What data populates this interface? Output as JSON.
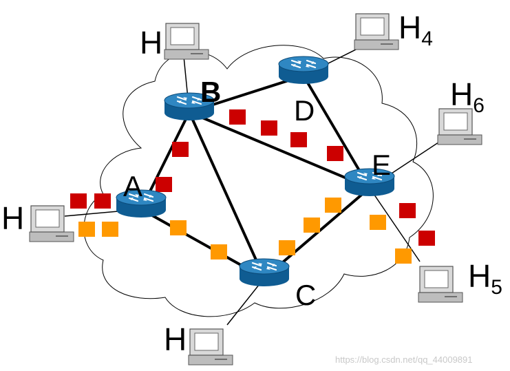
{
  "routers": [
    {
      "id": "A",
      "label": "A"
    },
    {
      "id": "B",
      "label": "B"
    },
    {
      "id": "C",
      "label": "C"
    },
    {
      "id": "D",
      "label": "D"
    },
    {
      "id": "E",
      "label": "E"
    }
  ],
  "hosts": [
    {
      "id": "H1",
      "label": "H",
      "sub": ""
    },
    {
      "id": "H2",
      "label": "H",
      "sub": ""
    },
    {
      "id": "H3",
      "label": "H",
      "sub": ""
    },
    {
      "id": "H4",
      "label": "H",
      "sub": "4"
    },
    {
      "id": "H5",
      "label": "H",
      "sub": "5"
    },
    {
      "id": "H6",
      "label": "H",
      "sub": "6"
    }
  ],
  "links": [
    [
      "A",
      "B"
    ],
    [
      "A",
      "C"
    ],
    [
      "B",
      "C"
    ],
    [
      "B",
      "D"
    ],
    [
      "B",
      "E"
    ],
    [
      "D",
      "E"
    ],
    [
      "C",
      "E"
    ],
    [
      "H1",
      "B"
    ],
    [
      "H4",
      "D"
    ],
    [
      "H6",
      "E"
    ],
    [
      "H5",
      "E"
    ],
    [
      "H3",
      "C"
    ],
    [
      "H2",
      "A"
    ]
  ],
  "packet_colors": {
    "red": "#cc0000",
    "orange": "#ff9900"
  },
  "colors": {
    "router_top": "#2b7fb8",
    "router_side": "#0f5c92",
    "host": "#c9c9c9"
  },
  "watermark": "https://blog.csdn.net/qq_44009891"
}
